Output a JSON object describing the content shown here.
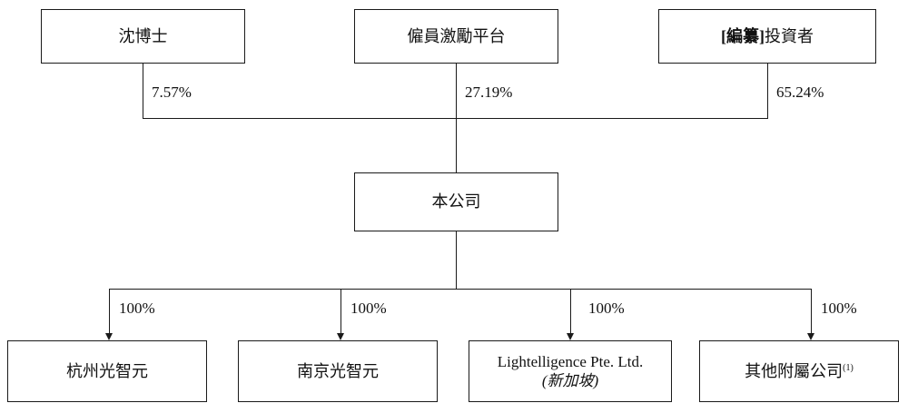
{
  "diagram": {
    "top": [
      {
        "label": "沈博士",
        "percent": "7.57%"
      },
      {
        "label": "僱員激勵平台",
        "percent": "27.19%"
      },
      {
        "label_prefix": "[編纂]",
        "label_suffix": "投資者",
        "percent": "65.24%"
      }
    ],
    "company": {
      "label": "本公司"
    },
    "bottom": [
      {
        "label": "杭州光智元",
        "percent": "100%"
      },
      {
        "label": "南京光智元",
        "percent": "100%"
      },
      {
        "line1": "Lightelligence Pte. Ltd.",
        "line2": "(新加坡)",
        "percent": "100%"
      },
      {
        "label": "其他附屬公司",
        "note": "(1)",
        "percent": "100%"
      }
    ],
    "colors": {
      "line": "#1a1a1a",
      "background": "#ffffff",
      "text": "#111111"
    }
  }
}
